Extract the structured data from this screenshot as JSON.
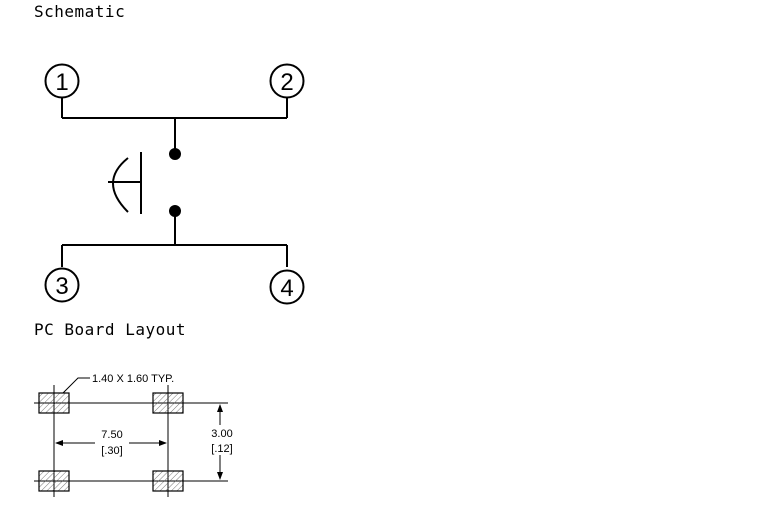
{
  "schematic": {
    "heading": "Schematic",
    "pins": [
      "1",
      "2",
      "3",
      "4"
    ]
  },
  "pcb_layout": {
    "heading": "PC Board Layout",
    "pad_note": "1.40 X 1.60 TYP.",
    "width_mm": "7.50",
    "width_in": "[.30]",
    "height_mm": "3.00",
    "height_in": "[.12]"
  }
}
